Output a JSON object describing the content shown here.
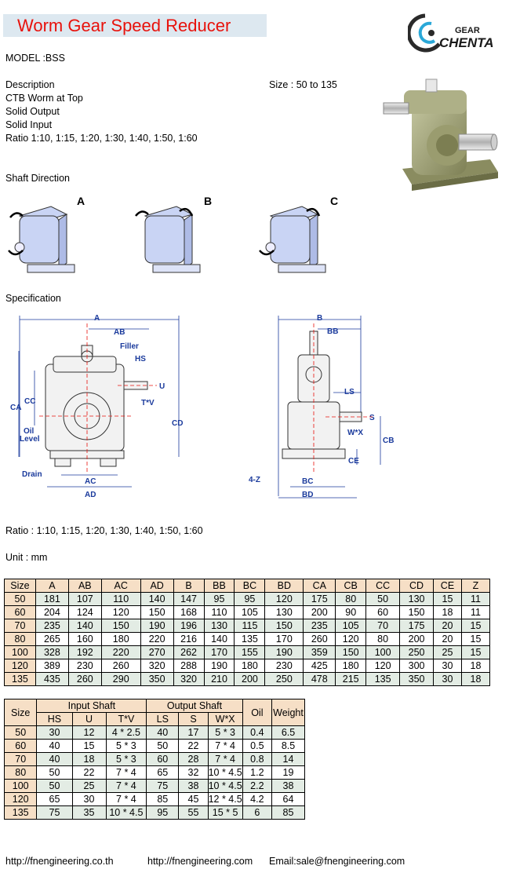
{
  "header": {
    "title": "Worm Gear Speed Reducer",
    "logo_text_top": "GEAR",
    "logo_text_bottom": "CHENTA"
  },
  "model": "MODEL :BSS",
  "description": {
    "heading": "Description",
    "size": "Size : 50 to 135",
    "lines": [
      "CTB Worm at Top",
      "Solid Output",
      "Solid Input",
      "Ratio 1:10, 1:15, 1:20, 1:30, 1:40, 1:50, 1:60"
    ]
  },
  "shaft_direction": {
    "heading": "Shaft Direction",
    "labels": [
      "A",
      "B",
      "C"
    ]
  },
  "specification": {
    "heading": "Specification",
    "front_labels": {
      "A": "A",
      "AB": "AB",
      "Filler": "Filler",
      "HS": "HS",
      "U": "U",
      "TV": "T*V",
      "CA": "CA",
      "CC": "CC",
      "CD": "CD",
      "Oil": "Oil",
      "Level": "Level",
      "Drain": "Drain",
      "AC": "AC",
      "AD": "AD"
    },
    "side_labels": {
      "B": "B",
      "BB": "BB",
      "LS": "LS",
      "S": "S",
      "WX": "W*X",
      "CB": "CB",
      "CE": "CE",
      "Z": "4-Z",
      "BC": "BC",
      "BD": "BD"
    }
  },
  "ratio_line": "Ratio : 1:10, 1:15, 1:20, 1:30, 1:40, 1:50, 1:60",
  "unit_line": "Unit : mm",
  "table1": {
    "headers": [
      "Size",
      "A",
      "AB",
      "AC",
      "AD",
      "B",
      "BB",
      "BC",
      "BD",
      "CA",
      "CB",
      "CC",
      "CD",
      "CE",
      "Z"
    ],
    "rows": [
      [
        "50",
        "181",
        "107",
        "110",
        "140",
        "147",
        "95",
        "95",
        "120",
        "175",
        "80",
        "50",
        "130",
        "15",
        "11"
      ],
      [
        "60",
        "204",
        "124",
        "120",
        "150",
        "168",
        "110",
        "105",
        "130",
        "200",
        "90",
        "60",
        "150",
        "18",
        "11"
      ],
      [
        "70",
        "235",
        "140",
        "150",
        "190",
        "196",
        "130",
        "115",
        "150",
        "235",
        "105",
        "70",
        "175",
        "20",
        "15"
      ],
      [
        "80",
        "265",
        "160",
        "180",
        "220",
        "216",
        "140",
        "135",
        "170",
        "260",
        "120",
        "80",
        "200",
        "20",
        "15"
      ],
      [
        "100",
        "328",
        "192",
        "220",
        "270",
        "262",
        "170",
        "155",
        "190",
        "359",
        "150",
        "100",
        "250",
        "25",
        "15"
      ],
      [
        "120",
        "389",
        "230",
        "260",
        "320",
        "288",
        "190",
        "180",
        "230",
        "425",
        "180",
        "120",
        "300",
        "30",
        "18"
      ],
      [
        "135",
        "435",
        "260",
        "290",
        "350",
        "320",
        "210",
        "200",
        "250",
        "478",
        "215",
        "135",
        "350",
        "30",
        "18"
      ]
    ]
  },
  "table2": {
    "group_headers": {
      "size": "Size",
      "input": "Input Shaft",
      "output": "Output Shaft",
      "oil": "Oil",
      "weight": "Weight"
    },
    "sub_headers": [
      "HS",
      "U",
      "T*V",
      "LS",
      "S",
      "W*X"
    ],
    "rows": [
      [
        "50",
        "30",
        "12",
        "4 * 2.5",
        "40",
        "17",
        "5 * 3",
        "0.4",
        "6.5"
      ],
      [
        "60",
        "40",
        "15",
        "5 * 3",
        "50",
        "22",
        "7 * 4",
        "0.5",
        "8.5"
      ],
      [
        "70",
        "40",
        "18",
        "5 * 3",
        "60",
        "28",
        "7 * 4",
        "0.8",
        "14"
      ],
      [
        "80",
        "50",
        "22",
        "7 * 4",
        "65",
        "32",
        "10 * 4.5",
        "1.2",
        "19"
      ],
      [
        "100",
        "50",
        "25",
        "7 * 4",
        "75",
        "38",
        "10 * 4.5",
        "2.2",
        "38"
      ],
      [
        "120",
        "65",
        "30",
        "7 * 4",
        "85",
        "45",
        "12 * 4.5",
        "4.2",
        "64"
      ],
      [
        "135",
        "75",
        "35",
        "10 * 4.5",
        "95",
        "55",
        "15 * 5",
        "6",
        "85"
      ]
    ]
  },
  "footer": {
    "link1": "http://fnengineering.co.th",
    "link2": "http://fnengineering.com",
    "email": "Email:sale@fnengineering.com"
  },
  "colors": {
    "title": "#e8120c",
    "title_bg": "#dde8f0",
    "table_header": "#f6dfc6",
    "row_alt": "#e3ece4",
    "dim_blue": "#1a3a9c",
    "center_red": "#e8120c"
  }
}
